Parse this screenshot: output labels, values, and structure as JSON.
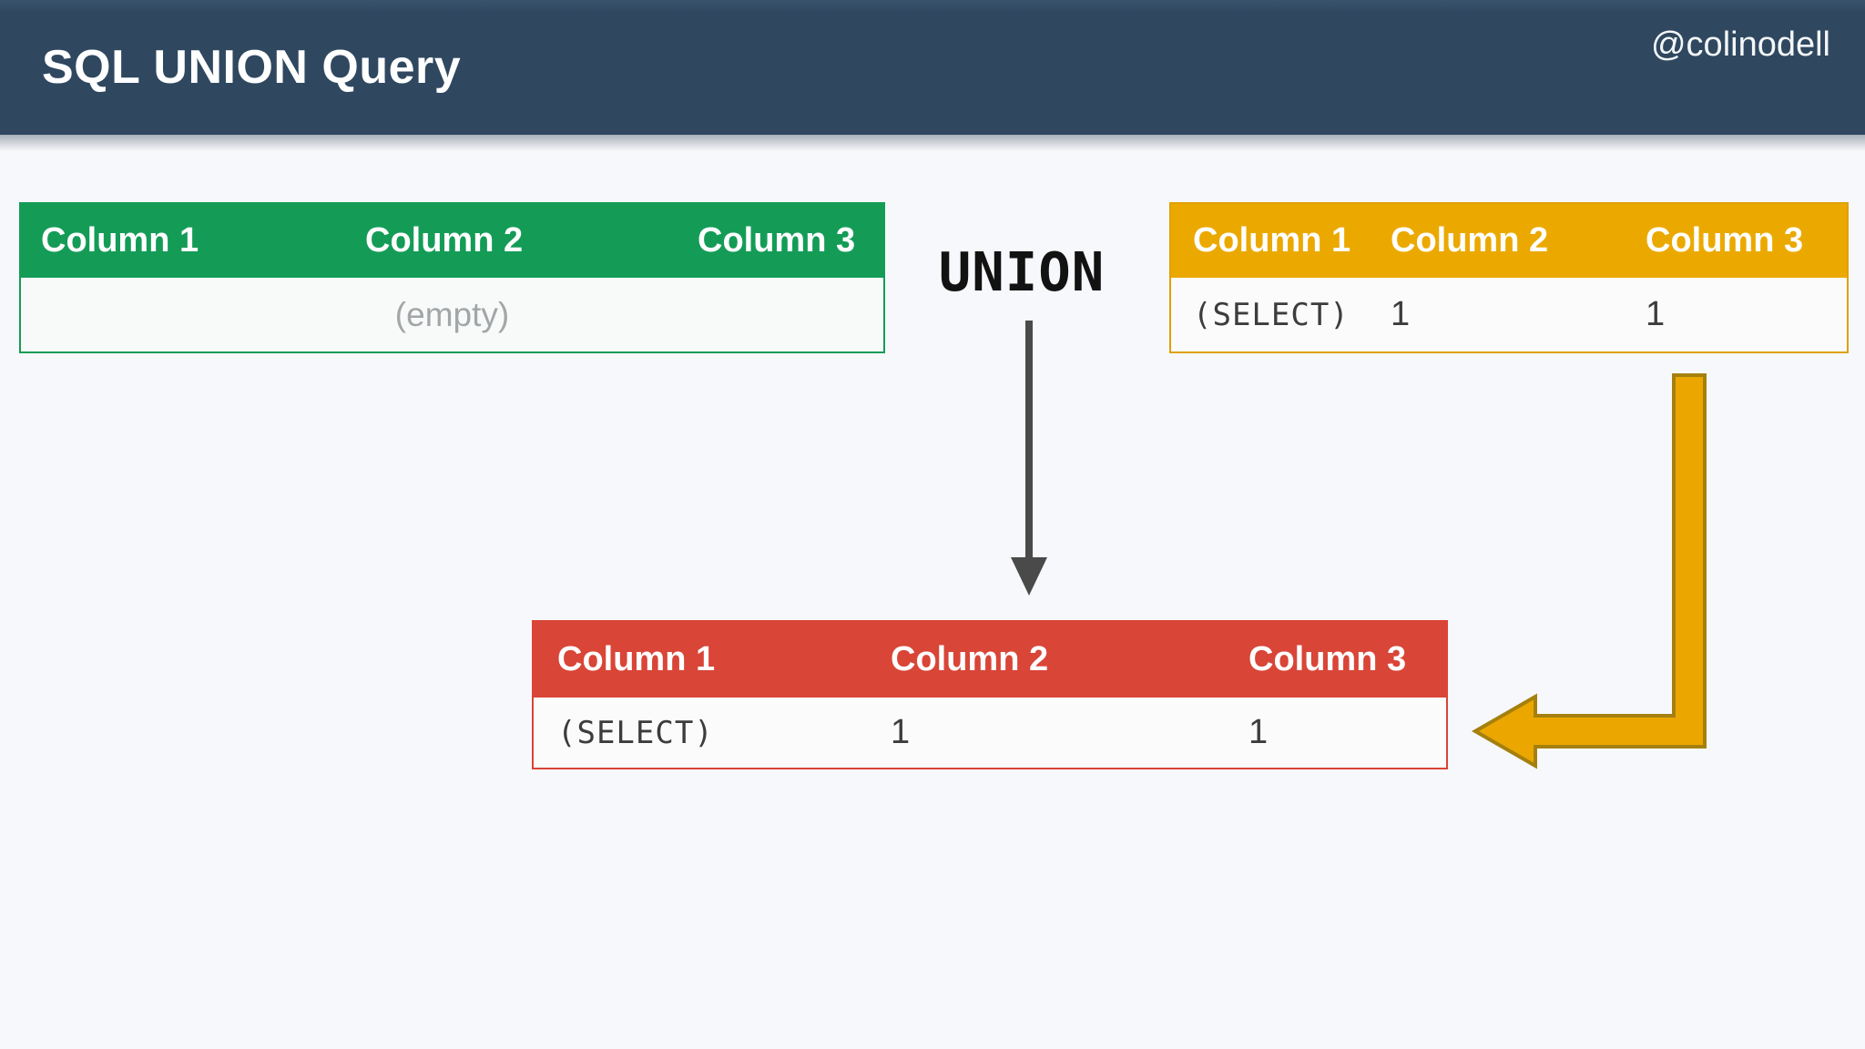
{
  "header": {
    "title": "SQL UNION Query",
    "handle": "@colinodell",
    "background": "#2F4860",
    "text_color": "#FFFFFF"
  },
  "union": {
    "label": "UNION"
  },
  "tables": {
    "source_empty": {
      "columns": [
        "Column 1",
        "Column 2",
        "Column 3"
      ],
      "empty_label": "(empty)",
      "header_color": "#149C57"
    },
    "source_select": {
      "columns": [
        "Column 1",
        "Column 2",
        "Column 3"
      ],
      "row": [
        "(SELECT)",
        "1",
        "1"
      ],
      "header_color": "#EBA900"
    },
    "result": {
      "columns": [
        "Column 1",
        "Column 2",
        "Column 3"
      ],
      "row": [
        "(SELECT)",
        "1",
        "1"
      ],
      "header_color": "#D94537"
    }
  },
  "colors": {
    "page_background": "#F7F8FB",
    "green": "#149C57",
    "yellow": "#EBA900",
    "red": "#D94537",
    "down_arrow": "#4A4A4A",
    "gold_arrow_fill": "#EBA700",
    "gold_arrow_stroke": "#A5800E",
    "body_text": "#3C3C3C",
    "empty_text": "#A3A6A8"
  }
}
